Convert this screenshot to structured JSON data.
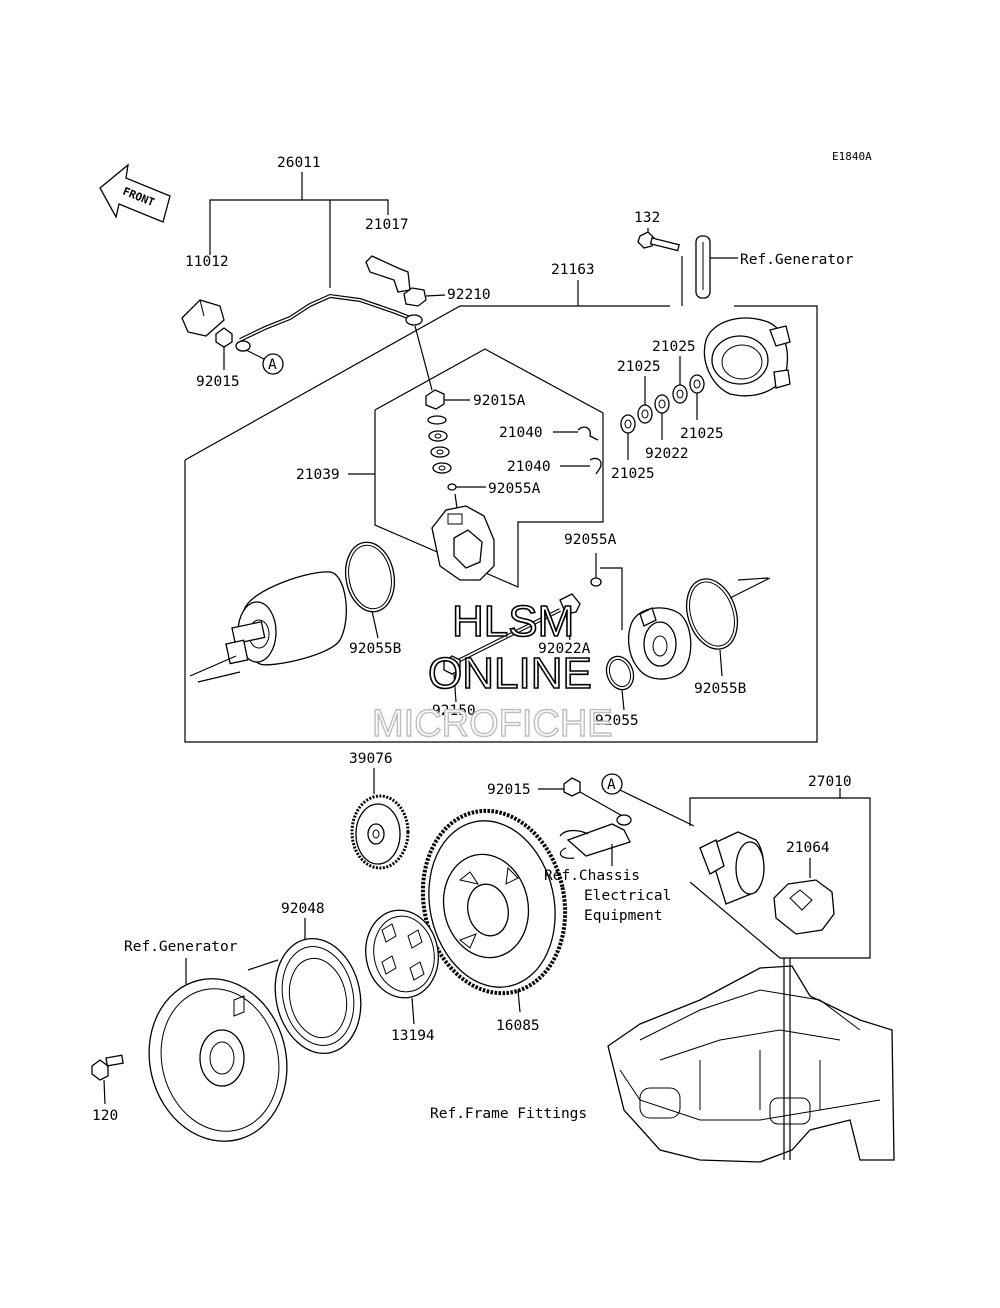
{
  "diagram_code": "E1840A",
  "front_arrow": "FRONT",
  "callout_a": "A",
  "watermark": [
    "HLSM",
    "ONLINE",
    "MICROFICHE"
  ],
  "labels": {
    "p26011": "26011",
    "p11012": "11012",
    "p21017": "21017",
    "p92210": "92210",
    "p92015_top": "92015",
    "p21163": "21163",
    "p132": "132",
    "p21025_a": "21025",
    "p21025_b": "21025",
    "p21025_c": "21025",
    "p21025_d": "21025",
    "p92022": "92022",
    "p92015A": "92015A",
    "p21040_a": "21040",
    "p21040_b": "21040",
    "p21039": "21039",
    "p92055A_a": "92055A",
    "p92055A_b": "92055A",
    "p92055B_a": "92055B",
    "p92055B_b": "92055B",
    "p92022A": "92022A",
    "p92150": "92150",
    "p92055": "92055",
    "p39076": "39076",
    "p92015_bot": "92015",
    "p27010": "27010",
    "p21064": "21064",
    "p92048": "92048",
    "p13194": "13194",
    "p16085": "16085",
    "p120": "120"
  },
  "refs": {
    "generator_top": "Ref.Generator",
    "generator_bottom": "Ref.Generator",
    "chassis_1": "Ref.Chassis",
    "chassis_2": "Electrical",
    "chassis_3": "Equipment",
    "frame": "Ref.Frame Fittings"
  }
}
